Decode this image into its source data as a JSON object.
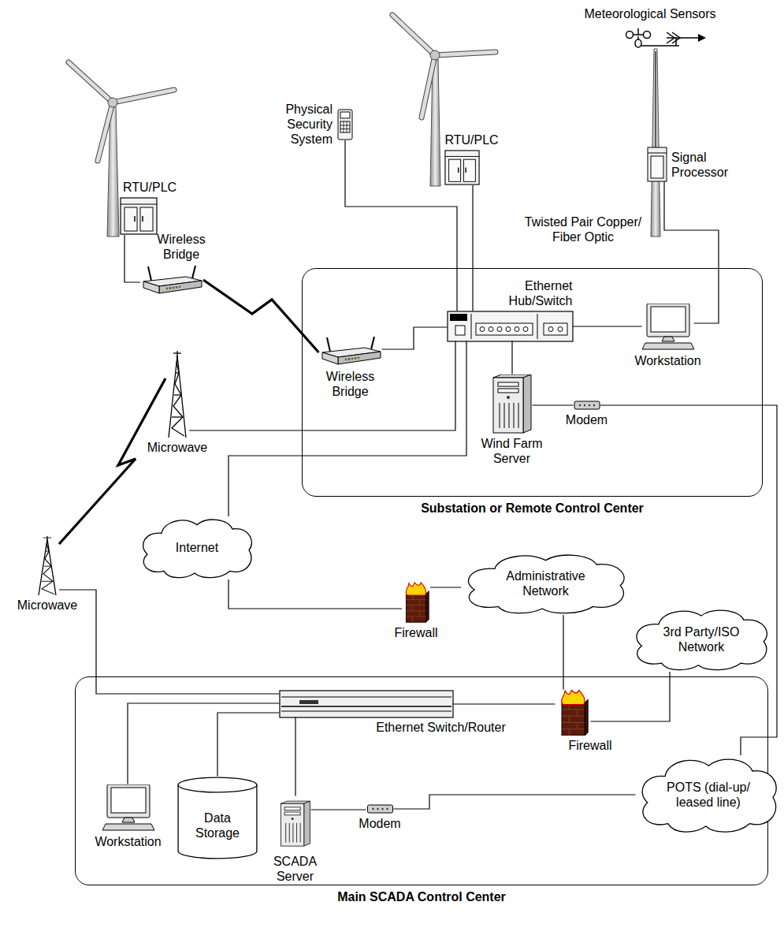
{
  "diagram": {
    "nodes": [
      {
        "text": [
          "RTU/PLC"
        ]
      },
      {
        "text": [
          "Physical Security System"
        ]
      },
      {
        "text": [
          "RTU/PLC"
        ]
      },
      {
        "text": [
          "Meteorological Sensors"
        ]
      },
      {
        "text": [
          "Signal Processor"
        ]
      },
      {
        "text": [
          "Wireless Bridge"
        ]
      },
      {
        "text": [
          "Substation or Remote Control Center"
        ]
      },
      {
        "text": [
          "Ethernet Hub/Switch"
        ],
        "in": 6
      },
      {
        "text": [
          "Wireless Bridge"
        ],
        "in": 6
      },
      {
        "text": [
          "Workstation"
        ],
        "in": 6
      },
      {
        "text": [
          "Wind Farm Server"
        ],
        "in": 6
      },
      {
        "text": [
          "Modem"
        ],
        "in": 6
      },
      {
        "text": [
          "Microwave"
        ]
      },
      {
        "text": [
          "Internet"
        ]
      },
      {
        "text": [
          "Administrative Network"
        ]
      },
      {
        "text": [
          "Firewall"
        ]
      },
      {
        "text": [
          "Microwave"
        ]
      },
      {
        "text": [
          "3rd Party/ISO Network"
        ]
      },
      {
        "text": [
          "Main SCADA Control Center"
        ]
      },
      {
        "text": [
          "Ethernet Switch/Router"
        ],
        "in": 18
      },
      {
        "text": [
          "Firewall"
        ],
        "in": 18
      },
      {
        "text": [
          "Workstation"
        ],
        "in": 18
      },
      {
        "text": [
          "Data Storage"
        ],
        "in": 18
      },
      {
        "text": [
          "SCADA Server"
        ],
        "in": 18
      },
      {
        "text": [
          "Modem"
        ],
        "in": 18
      },
      {
        "text": [
          "POTS (dial-up/ leased line)"
        ]
      }
    ],
    "edges": [
      {
        "from": 0,
        "to": 5,
        "arrow": "none"
      },
      {
        "from": 5,
        "to": 8,
        "arrow": "none"
      },
      {
        "from": 8,
        "to": 7,
        "arrow": "none"
      },
      {
        "from": 1,
        "to": 7,
        "arrow": "none"
      },
      {
        "from": 2,
        "to": 7,
        "arrow": "none"
      },
      {
        "from": 3,
        "to": 4,
        "arrow": "none"
      },
      {
        "from": 4,
        "to": 9,
        "arrow": "none"
      },
      {
        "from": 7,
        "to": 9,
        "arrow": "none"
      },
      {
        "from": 7,
        "to": 10,
        "arrow": "none"
      },
      {
        "from": 10,
        "to": 11,
        "arrow": "none"
      },
      {
        "from": 11,
        "to": 25,
        "arrow": "none"
      },
      {
        "from": 7,
        "to": 12,
        "arrow": "none"
      },
      {
        "from": 7,
        "to": 13,
        "arrow": "none"
      },
      {
        "from": 13,
        "to": 15,
        "arrow": "none"
      },
      {
        "from": 15,
        "to": 14,
        "arrow": "none"
      },
      {
        "from": 14,
        "to": 20,
        "arrow": "none"
      },
      {
        "from": 20,
        "to": 17,
        "arrow": "none"
      },
      {
        "from": 20,
        "to": 19,
        "arrow": "none"
      },
      {
        "from": 19,
        "to": 21,
        "arrow": "none"
      },
      {
        "from": 19,
        "to": 22,
        "arrow": "none"
      },
      {
        "from": 19,
        "to": 23,
        "arrow": "none"
      },
      {
        "from": 23,
        "to": 24,
        "arrow": "none"
      },
      {
        "from": 24,
        "to": 25,
        "arrow": "none"
      },
      {
        "from": 16,
        "to": 19,
        "arrow": "none"
      },
      {
        "from": 12,
        "to": 16,
        "arrow": "none"
      }
    ],
    "labels": [
      "Twisted Pair Copper/ Fiber Optic"
    ]
  }
}
